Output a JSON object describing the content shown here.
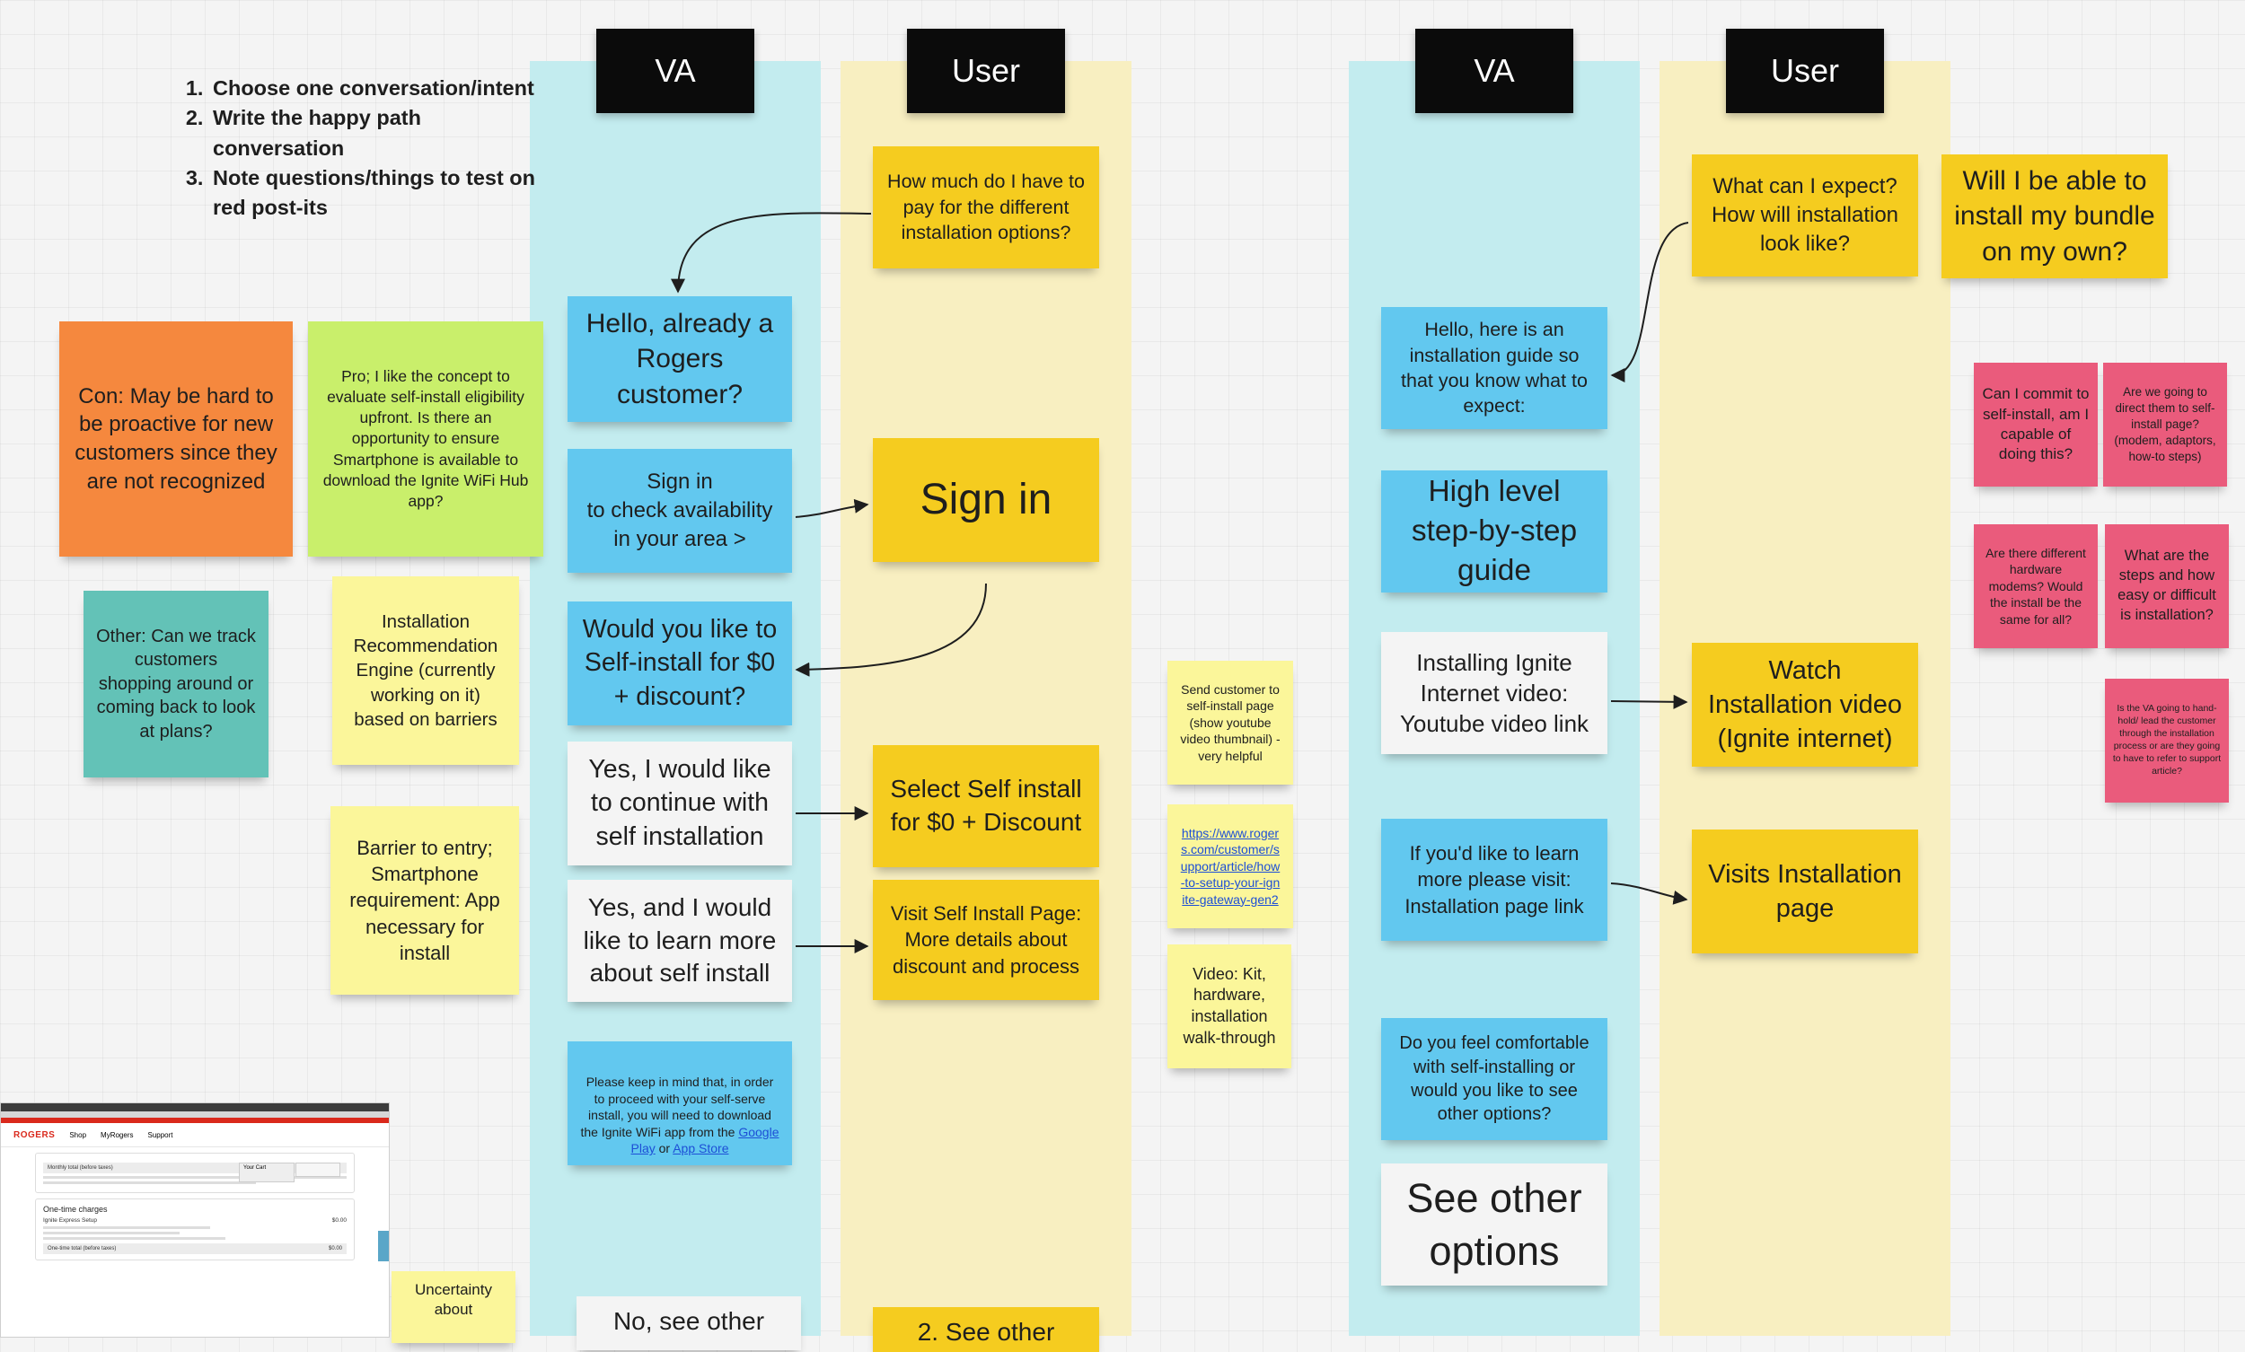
{
  "headers": {
    "va_left": "VA",
    "user_left": "User",
    "va_right": "VA",
    "user_right": "User"
  },
  "instructions": [
    "Choose one conversation/intent",
    "Write the happy path conversation",
    "Note questions/things to test on red post-its"
  ],
  "left_notes": {
    "con": "Con: May be hard to be proactive for new customers since they are not recognized",
    "pro": "Pro; I like the concept to evaluate self-install eligibility upfront. Is there an opportunity to ensure Smartphone is available to download the Ignite WiFi Hub app?",
    "other": "Other: Can we track customers shopping around or coming back to look at plans?",
    "engine": "Installation Recommendation Engine (currently working on it) based on barriers",
    "barrier": "Barrier to entry; Smartphone requirement: App necessary for install",
    "uncertainty": "Uncertainty about"
  },
  "flow1": {
    "user_q": "How much do I have to pay for the different installation options?",
    "va_hello": "Hello, already a Rogers customer?",
    "va_signin": "Sign in\nto check availability in your area >",
    "user_signin": "Sign in",
    "va_selfinstall": "Would you like to Self-install for $0 + discount?",
    "va_yes_continue": "Yes, I would like to continue with self installation",
    "user_select": "Select Self install for $0 + Discount",
    "va_yes_learn": "Yes, and I would like to learn more about self install",
    "user_visit": "Visit Self Install Page: More details about discount and process",
    "va_keep_mind": "Please keep in mind that, in order to proceed with your self-serve install, you will need to download the Ignite WiFi app from the ",
    "google_play": "Google Play",
    "or_text": " or ",
    "app_store": "App Store",
    "va_no": "No, see other",
    "user_see_other": "2. See other"
  },
  "middle_notes": {
    "send_customer": "Send customer to self-install page (show youtube video thumbnail) - very helpful",
    "link": "https://www.rogers.com/customer/support/article/how-to-setup-your-ignite-gateway-gen2",
    "video": "Video: Kit, hardware, installation walk-through"
  },
  "flow2": {
    "user_expect": "What can I expect? How will installation look like?",
    "user_bundle": "Will I be able to install my bundle on my own?",
    "va_guide": "Hello, here is an installation guide so that you know what to expect:",
    "va_high_level": "High level step-by-step guide",
    "va_installing": "Installing Ignite Internet video: Youtube video link",
    "user_watch": "Watch Installation video (Ignite internet)",
    "va_learn_more": "If you'd like to learn more please visit: Installation page link",
    "user_visits": "Visits Installation page",
    "va_comfortable": "Do you feel comfortable with self-installing or would you like to see other options?",
    "va_see_other": "See other options"
  },
  "red_notes": {
    "commit": "Can I commit to self-install, am I capable of doing this?",
    "direct": "Are we going to direct them to self-install page? (modem, adaptors, how-to steps)",
    "hardware": "Are there different hardware modems? Would the install be the same for all?",
    "steps": "What are the steps and how easy or difficult is installation?",
    "handhold": "Is the VA going to hand-hold/ lead the customer through the installation process or are they going to have to refer to support article?"
  },
  "screenshot": {
    "brand": "ROGERS",
    "nav_shop": "Shop",
    "nav_myrogers": "MyRogers",
    "nav_support": "Support",
    "cart": "Your Cart",
    "monthly_total": "Monthly total (before taxes)",
    "one_time": "One-time charges",
    "express_setup": "Ignite Express Setup",
    "express_price": "$0.00",
    "one_time_total": "One-time total (before taxes)",
    "one_time_total_price": "$0.00"
  },
  "colors": {
    "va_lane": "#c3ecef",
    "user_lane": "#f8efc1",
    "va_note": "#62c8ef",
    "user_note": "#f5cc1f",
    "question_note": "#ea5b7c"
  }
}
